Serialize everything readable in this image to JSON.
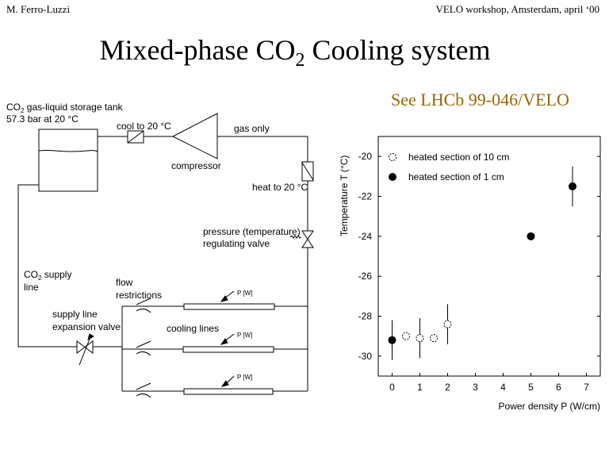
{
  "header": {
    "author": "M. Ferro-Luzzi",
    "event": "VELO workshop, Amsterdam, april ‘00"
  },
  "title": {
    "pre": "Mixed-phase CO",
    "sub": "2",
    "post": " Cooling system"
  },
  "reference": {
    "text": "See LHCb 99-046/VELO",
    "color": "#996600"
  },
  "diagram": {
    "tank_label_1_pre": "CO",
    "tank_label_1_sub": "2",
    "tank_label_1_post": " gas-liquid storage tank",
    "tank_label_2": "57.3 bar at 20 °C",
    "cooler_label": "cool to 20 °C",
    "compressor_label": "compressor",
    "gas_label": "gas only",
    "heater_label": "heat to 20 °C",
    "valve_label_1": "pressure (temperature)",
    "valve_label_2": "regulating valve",
    "supply_label_1_pre": "CO",
    "supply_label_1_sub": "2",
    "supply_label_1_post": " supply",
    "supply_label_2": "line",
    "restriction_label_1": "flow",
    "restriction_label_2": "restrictions",
    "expansion_label_1": "supply line",
    "expansion_label_2": "expansion valve",
    "cooling_lines_label": "cooling lines",
    "power_labels": [
      "P [W]",
      "P [W]",
      "P [W]"
    ]
  },
  "chart_data": {
    "type": "scatter",
    "xlabel": "Power density P (W/cm)",
    "ylabel": "Temperature T (°C)",
    "xlim": [
      -0.5,
      7.5
    ],
    "ylim": [
      -31,
      -19
    ],
    "xticks": [
      "0",
      "1",
      "2",
      "3",
      "4",
      "5",
      "6",
      "7"
    ],
    "yticks": [
      "-20",
      "-22",
      "-24",
      "-26",
      "-28",
      "-30"
    ],
    "legend_position": "top-left",
    "series": [
      {
        "name": "heated section of 10 cm",
        "marker": "open-circle",
        "points": [
          {
            "x": 0.5,
            "y": -29.0,
            "err": 0
          },
          {
            "x": 1,
            "y": -29.1,
            "err": 1.0
          },
          {
            "x": 1.5,
            "y": -29.1,
            "err": 0
          },
          {
            "x": 2,
            "y": -28.4,
            "err": 1.0
          }
        ]
      },
      {
        "name": "heated section of 1 cm",
        "marker": "filled-circle",
        "points": [
          {
            "x": 0,
            "y": -29.2,
            "err": 1.0
          },
          {
            "x": 5,
            "y": -24.0,
            "err": 0
          },
          {
            "x": 6.5,
            "y": -21.5,
            "err": 1.0
          }
        ]
      }
    ]
  }
}
